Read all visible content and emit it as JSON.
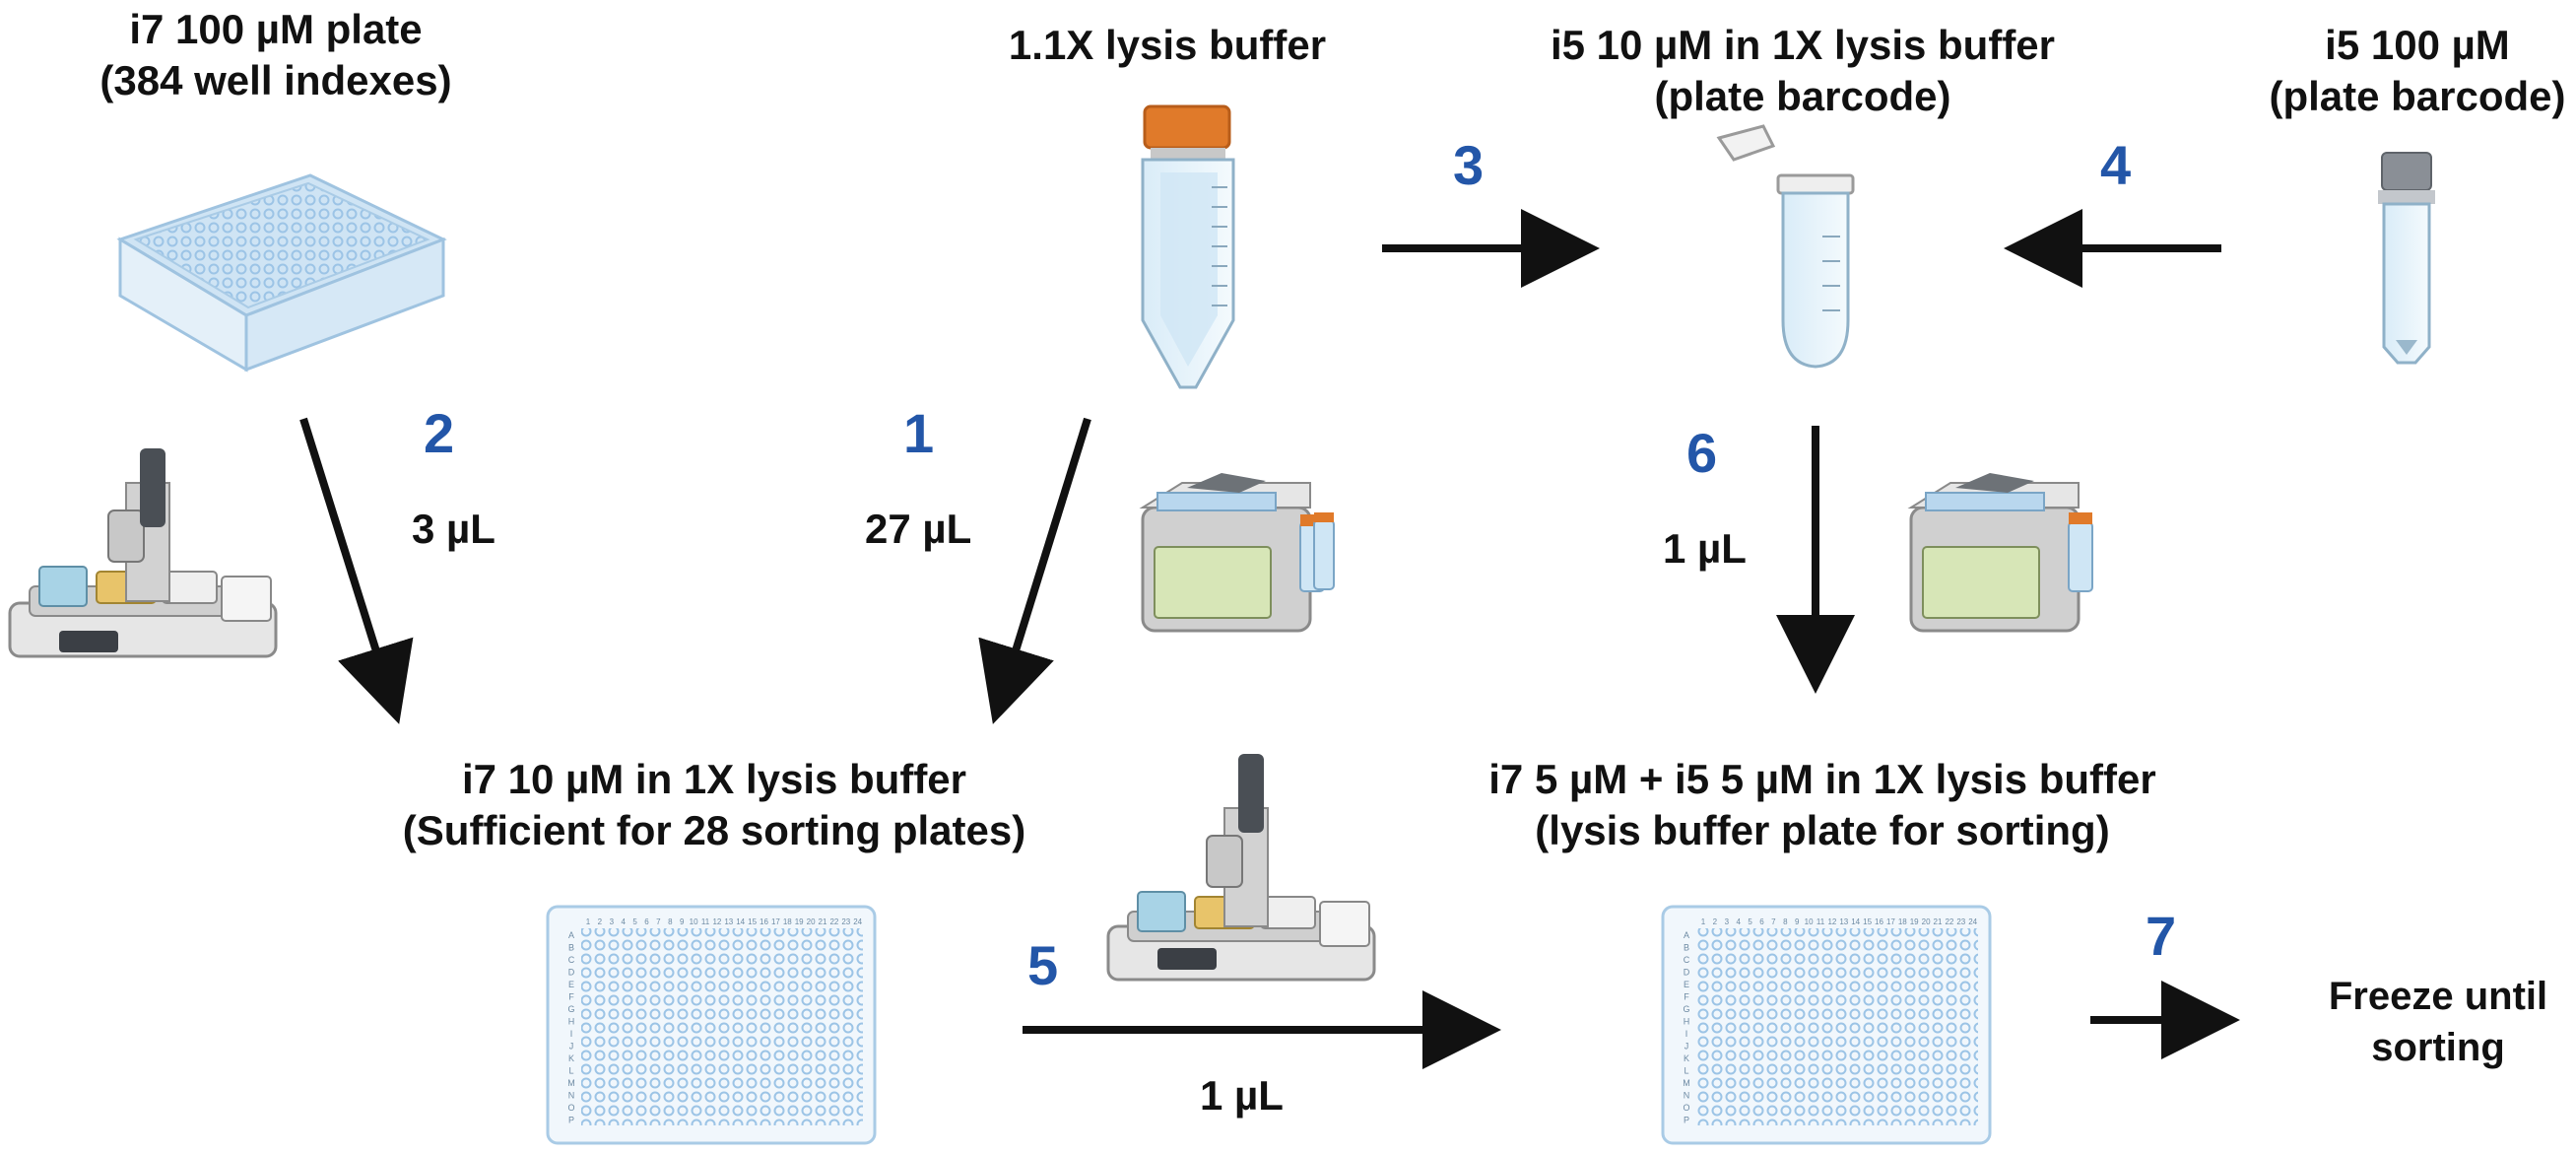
{
  "labels": {
    "i7_plate": {
      "line1": "i7 100 µM plate",
      "line2": "(384 well indexes)"
    },
    "lysis_buffer": {
      "line1": "1.1X lysis buffer"
    },
    "i5_diluted": {
      "line1": "i5 10 µM in 1X lysis buffer",
      "line2": "(plate barcode)"
    },
    "i5_stock": {
      "line1": "i5 100 µM",
      "line2": "(plate barcode)"
    },
    "i7_diluted": {
      "line1": "i7 10 µM in 1X lysis buffer",
      "line2": "(Sufficient for 28 sorting plates)"
    },
    "final_plate": {
      "line1": "i7 5 µM + i5 5 µM in 1X lysis buffer",
      "line2": "(lysis buffer plate for sorting)"
    },
    "freeze": {
      "line1": "Freeze until",
      "line2": "sorting"
    }
  },
  "steps": {
    "s1": "1",
    "s2": "2",
    "s3": "3",
    "s4": "4",
    "s5": "5",
    "s6": "6",
    "s7": "7"
  },
  "volumes": {
    "v1": "27 µL",
    "v2": "3 µL",
    "v5": "1 µL",
    "v6": "1 µL"
  },
  "plate_rows": [
    "A",
    "B",
    "C",
    "D",
    "E",
    "F",
    "G",
    "H",
    "I",
    "J",
    "K",
    "L",
    "M",
    "N",
    "O",
    "P"
  ],
  "plate_cols": [
    "1",
    "2",
    "3",
    "4",
    "5",
    "6",
    "7",
    "8",
    "9",
    "10",
    "11",
    "12",
    "13",
    "14",
    "15",
    "16",
    "17",
    "18",
    "19",
    "20",
    "21",
    "22",
    "23",
    "24"
  ],
  "colors": {
    "step_number": "#2356a8",
    "arrow": "#111111",
    "well": "#b9d7ee",
    "tube_cap": "#e07a2a",
    "robot_panel": "#d7e6b7"
  }
}
